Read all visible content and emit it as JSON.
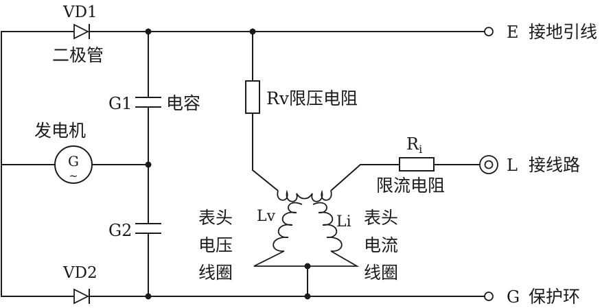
{
  "colors": {
    "ink": "#1a1a1a",
    "background": "#ffffff"
  },
  "labels": {
    "vd1": "VD1",
    "vd1_desc": "二极管",
    "vd2": "VD2",
    "g1": "G1",
    "g1_desc": "电容",
    "g2": "G2",
    "generator_title": "发电机",
    "generator_symbol": "G",
    "generator_wave": "~",
    "rv": "Rv限压电阻",
    "ri_base": "R",
    "ri_sub": "i",
    "ri_desc": "限流电阻",
    "lv": "Lv",
    "li": "Li",
    "left_coil_line1": "表头",
    "left_coil_line2": "电压",
    "left_coil_line3": "线圈",
    "right_coil_line1": "表头",
    "right_coil_line2": "电流",
    "right_coil_line3": "线圈"
  },
  "terminals": {
    "e_letter": "E",
    "e_desc": "接地引线",
    "l_letter": "L",
    "l_desc": "接线路",
    "g_letter": "G",
    "g_desc": "保护环"
  }
}
